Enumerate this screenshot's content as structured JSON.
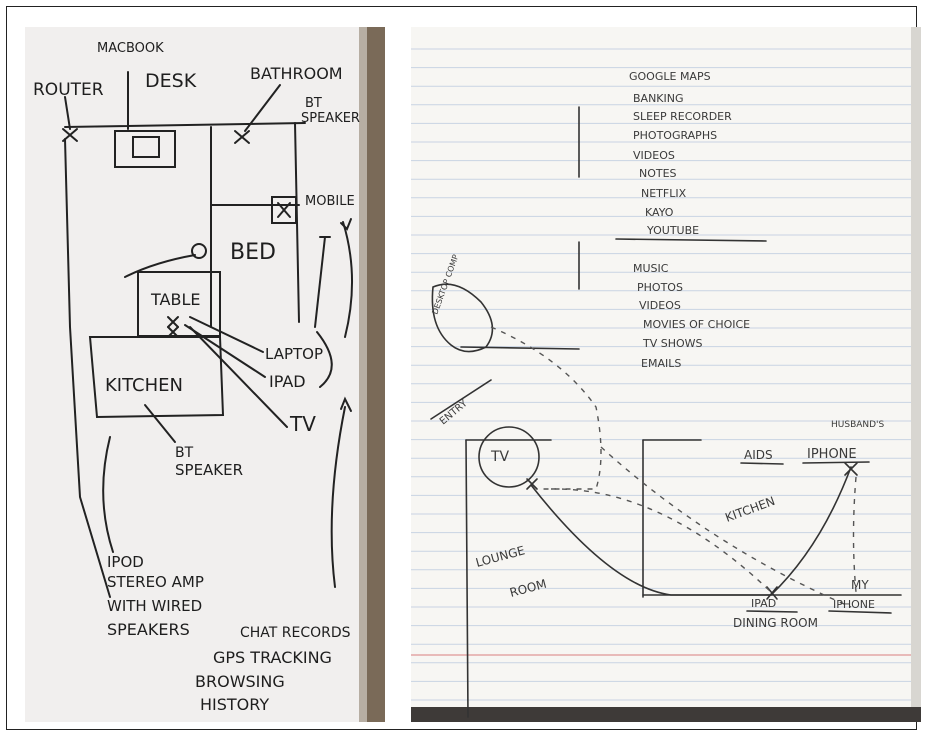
{
  "left_sketch": {
    "labels": {
      "macbook": "MACBOOK",
      "router": "ROUTER",
      "desk": "DESK",
      "bathroom": "BATHROOM",
      "bt_speaker_top_1": "BT",
      "bt_speaker_top_2": "SPEAKER",
      "mobile": "MOBILE",
      "bed": "BED",
      "table": "TABLE",
      "laptop": "LAPTOP",
      "ipad": "IPAD",
      "tv": "TV",
      "kitchen": "KITCHEN",
      "bt_speaker_bottom_1": "BT",
      "bt_speaker_bottom_2": "SPEAKER",
      "ipod_1": "IPOD",
      "ipod_2": "STEREO AMP",
      "ipod_3": "WITH WIRED",
      "ipod_4": "SPEAKERS",
      "chat_records": "CHAT RECORDS",
      "gps_tracking": "GPS TRACKING",
      "browsing_1": "BROWSING",
      "browsing_2": "HISTORY"
    }
  },
  "right_sketch": {
    "list_group_1": [
      "GOOGLE MAPS",
      "BANKING",
      "SLEEP RECORDER",
      "PHOTOGRAPHS",
      "VIDEOS",
      "NOTES",
      "NETFLIX",
      "KAYO",
      "YOUTUBE"
    ],
    "list_group_2": [
      "MUSIC",
      "PHOTOS",
      "VIDEOS",
      "MOVIES OF CHOICE",
      "TV SHOWS",
      "EMAILS"
    ],
    "labels": {
      "desktop": "DESKTOP COMP",
      "entry": "ENTRY",
      "tv": "TV",
      "lounge_1": "LOUNGE",
      "lounge_2": "ROOM",
      "aids": "AIDS",
      "husbands": "HUSBAND'S",
      "iphone": "IPHONE",
      "kitchen": "KITCHEN",
      "ipad": "IPAD",
      "my": "MY",
      "my_iphone": "IPHONE",
      "dining_room": "DINING ROOM"
    }
  },
  "colors": {
    "ink": "#1e1e1e",
    "paper_left": "#f1efee",
    "paper_right": "#f7f6f3",
    "rule_line": "#c9d3e3",
    "margin_line": "#e3a6a6"
  }
}
